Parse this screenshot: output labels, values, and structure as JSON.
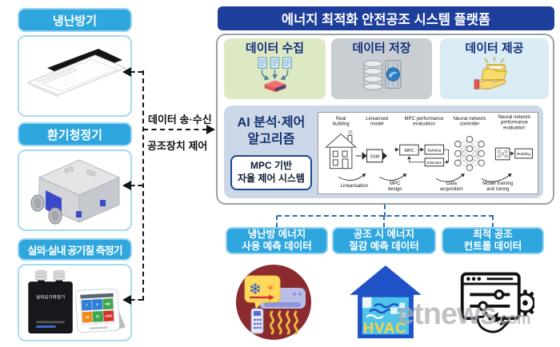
{
  "left_panel": {
    "devices": [
      {
        "label": "냉난방기"
      },
      {
        "label": "환기청정기"
      },
      {
        "label": "실외·실내 공기질 측정기"
      }
    ],
    "outdoor_sensor_label": "실외공기측정기",
    "monitor_values": [
      "7",
      "5",
      "860",
      "26",
      "67",
      "1005"
    ]
  },
  "link_labels": {
    "send_receive": "데이터 송·수신",
    "control": "공조장치 제어"
  },
  "platform": {
    "title": "에너지 최적화 안전공조 시스템 플랫폼",
    "functions": [
      {
        "label": "데이터 수집"
      },
      {
        "label": "데이터 저장"
      },
      {
        "label": "데이터 제공"
      }
    ],
    "ai_section": {
      "title_line1": "AI 분석·제어",
      "title_line2": "알고리즘",
      "badge_line1": "MPC 기반",
      "badge_line2": "자율 제어 시스템"
    },
    "mpc_diagram": {
      "stage_labels": [
        [
          "Real",
          "building"
        ],
        [
          "Linearised",
          "model"
        ],
        [
          "MPC performance",
          "evaluation"
        ],
        [
          "Neural network",
          "controller"
        ],
        [
          "Neural network",
          "performance",
          "evaluation"
        ]
      ],
      "step_labels": [
        [
          "Linearisation"
        ],
        [
          "MPC",
          "design"
        ],
        [
          "Data",
          "acquisition"
        ],
        [
          "Model training",
          "and tuning"
        ]
      ],
      "box_ssm": "SSM",
      "box_mpc": "MPC",
      "box_building1": "Building",
      "box_estimator": "Estimator",
      "box_building2": "Building"
    }
  },
  "outputs": [
    {
      "line1": "냉난방 에너지",
      "line2": "사용 예측 데이터"
    },
    {
      "line1": "공조 시 에너지",
      "line2": "절감 예측 데이터"
    },
    {
      "line1": "최적 공조",
      "line2": "컨트롤 데이터"
    }
  ],
  "icons": {
    "hvac_text": "HVAC"
  },
  "watermark": {
    "name": "etnews",
    "tld": ".com"
  },
  "colors": {
    "header_blue": "#2fa7de",
    "header_border": "#96d3f0",
    "title_navy": "#1d3e9a",
    "collect_bg": "#dde9c3",
    "storage_bg": "#c9ced3",
    "provide_bg": "#d9ecf4",
    "ai_bg": "#ccd8e8",
    "label_navy": "#14307c",
    "connector_black": "#151515",
    "connector_blue": "#2a6db5",
    "output_blue": "#2fa7de"
  }
}
